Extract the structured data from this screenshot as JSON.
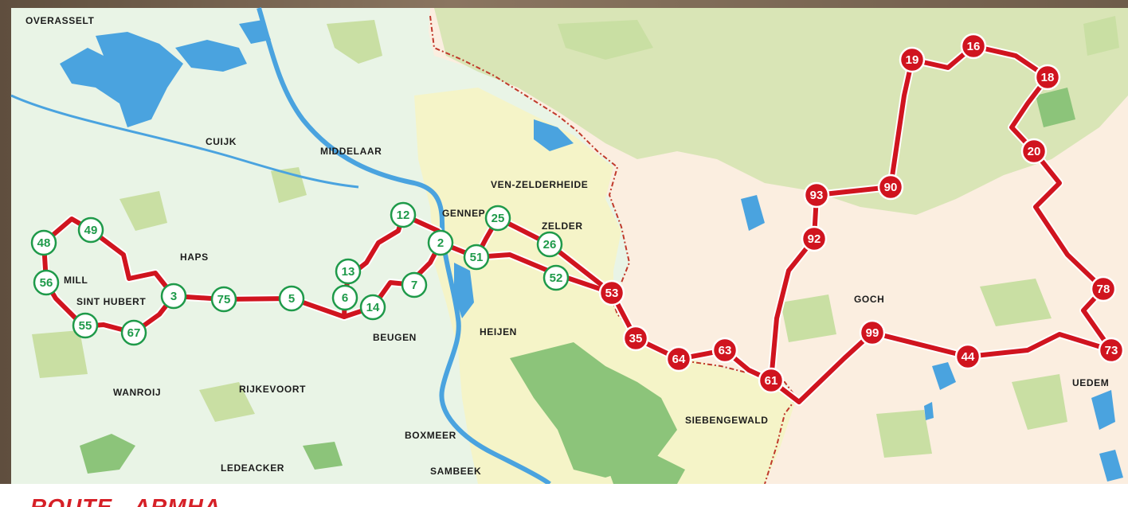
{
  "colors": {
    "route": "#d0141f",
    "green_node": "#1f9a4a",
    "water": "#4aa3df",
    "nl_land": "#e9f4e6",
    "de_land": "#fbeee0",
    "border": "#c0392b"
  },
  "places": [
    {
      "id": "overasselt",
      "label": "OVERASSELT"
    },
    {
      "id": "cuijk",
      "label": "CUIJK"
    },
    {
      "id": "middelaar",
      "label": "MIDDELAAR"
    },
    {
      "id": "ven-zelderheide",
      "label": "VEN-ZELDERHEIDE"
    },
    {
      "id": "gennep",
      "label": "GENNEP"
    },
    {
      "id": "zelder",
      "label": "ZELDER"
    },
    {
      "id": "haps",
      "label": "HAPS"
    },
    {
      "id": "mill",
      "label": "MILL"
    },
    {
      "id": "sint-hubert",
      "label": "SINT HUBERT"
    },
    {
      "id": "beugen",
      "label": "BEUGEN"
    },
    {
      "id": "heijen",
      "label": "HEIJEN"
    },
    {
      "id": "wanroij",
      "label": "WANROIJ"
    },
    {
      "id": "rijkevoort",
      "label": "RIJKEVOORT"
    },
    {
      "id": "boxmeer",
      "label": "BOXMEER"
    },
    {
      "id": "ledeacker",
      "label": "LEDEACKER"
    },
    {
      "id": "sambeek",
      "label": "SAMBEEK"
    },
    {
      "id": "siebengewald",
      "label": "SIEBENGEWALD"
    },
    {
      "id": "goch",
      "label": "GOCH"
    },
    {
      "id": "uedem",
      "label": "UEDEM"
    }
  ],
  "nodes_green": [
    "48",
    "49",
    "56",
    "55",
    "67",
    "3",
    "75",
    "5",
    "6",
    "14",
    "13",
    "12",
    "7",
    "2",
    "51",
    "25",
    "26",
    "52"
  ],
  "nodes_red": [
    "53",
    "35",
    "64",
    "63",
    "61",
    "92",
    "93",
    "90",
    "19",
    "16",
    "18",
    "20",
    "78",
    "73",
    "44",
    "99"
  ],
  "footer": {
    "title": "ROUTE - ARMHA"
  }
}
